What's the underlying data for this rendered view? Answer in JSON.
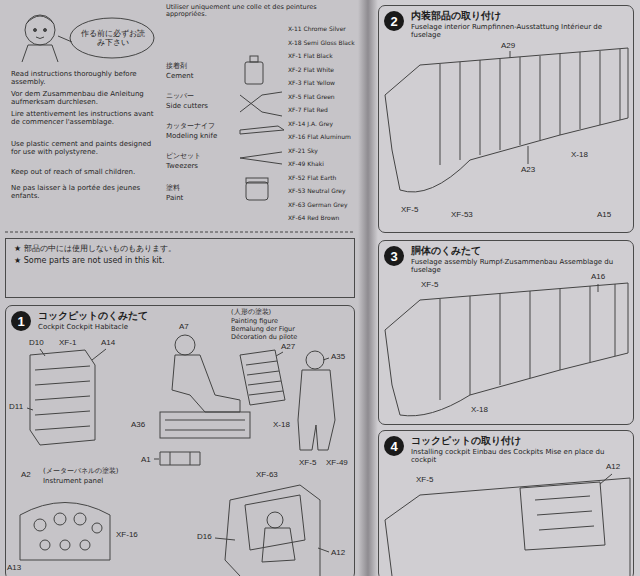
{
  "diagram": {
    "nodes": [
      {
        "text": [
          "★ 部品の中には使用しないものもあります。",
          "★ Some parts are not used in this kit."
        ]
      },
      {
        "text": [
          "コックピットのくみたて",
          "Cockpit Cockpit Habitacle"
        ]
      },
      {
        "text": [
          "1"
        ],
        "in": 1
      },
      {
        "text": [
          "内装部品の取り付け",
          "Fuselage interior Rumpfinnen-Ausstattung Intérieur de fuselage"
        ]
      },
      {
        "text": [
          "2"
        ],
        "in": 3
      },
      {
        "text": [
          "胴体のくみたて",
          "Fuselage assembly Rumpf-Zusammenbau Assemblage du fuselage"
        ]
      },
      {
        "text": [
          "3"
        ],
        "in": 5
      },
      {
        "text": [
          "コックピットの取り付け",
          "Installing cockpit Einbau des Cockpits Mise en place du cockpit"
        ]
      },
      {
        "text": [
          "4"
        ],
        "in": 7
      }
    ],
    "labels": [
      "作る前に必ずお読み下さい",
      "Read instructions thoroughly before assembly.",
      "Vor dem Zusammenbau die Anleitung aufmerksam durchlesen.",
      "Lire attentivement les instructions avant de commencer l'assemblage.",
      "Use plastic cement and paints designed for use with polystyrene.",
      "Keep out of reach of small children.",
      "Ne pas laisser à la portée des jeunes enfants.",
      "Utiliser uniquement une colle et des peintures appropriées.",
      "接着剤",
      "Cement",
      "ニッパー",
      "Side cutters",
      "カッターナイフ",
      "Modeling knife",
      "ピンセット",
      "Tweezers",
      "塗料",
      "Paint",
      "X-11 Chrome Silver",
      "X-18 Semi Gloss Black",
      "XF-1 Flat Black",
      "XF-2 Flat White",
      "XF-3 Flat Yellow",
      "XF-5 Flat Green",
      "XF-7 Flat Red",
      "XF-14 J.A. Grey",
      "XF-16 Flat Aluminum",
      "XF-21 Sky",
      "XF-49 Khaki",
      "XF-52 Flat Earth",
      "XF-53 Neutral Grey",
      "XF-63 German Grey",
      "XF-64 Red Brown",
      "(人形の塗装)",
      "Painting figure",
      "Bemalung der Figur",
      "Décoration du pilote",
      "D10",
      "XF-1",
      "A14",
      "D11",
      "A7",
      "A27",
      "A35",
      "X-18",
      "XF-5",
      "XF-49",
      "A36",
      "A1",
      "A2",
      "(メーターパネルの塗装)",
      "Instrument panel",
      "XF-16",
      "A13",
      "XF-63",
      "D16",
      "A12",
      "A29",
      "A23",
      "X-18",
      "XF-5",
      "XF-53",
      "A15",
      "A16",
      "XF-5",
      "X-18",
      "A12",
      "XF-5"
    ]
  }
}
